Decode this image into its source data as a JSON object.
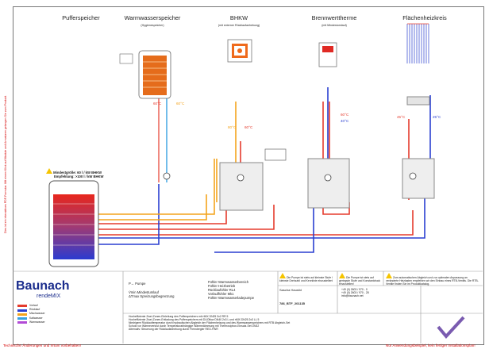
{
  "columns": [
    {
      "title": "Pufferspeicher",
      "subtitle": ""
    },
    {
      "title": "Warmwasserspeicher",
      "subtitle": "(Hygienespeicher)"
    },
    {
      "title": "BHKW",
      "subtitle": "(mit externer Rücklaufanhebung)"
    },
    {
      "title": "Brennwerttherme",
      "subtitle": "(mit Mindestumlauf)"
    },
    {
      "title": "Flächenheizkreis",
      "subtitle": ""
    }
  ],
  "temperatures": {
    "ww_t1": "60°C",
    "ww_t2": "60°C",
    "bhkw_t1": "80°C",
    "bhkw_t2": "60°C",
    "bw_t1": "60°C",
    "bw_t2": "40°C",
    "fh_t1": "45°C",
    "fh_t2": "25°C"
  },
  "buffer_note": {
    "line1": "Mindestgröße: 60 l / kW BHKW",
    "line2": "Empfehlung: >100 l / kW BHKW"
  },
  "symbols_list": [
    "P↔ Pumpe",
    "V̇min Mindestumlauf",
    "ΔTmax Spreizungsbegrenzung",
    "Fühler Warmwasserbereich",
    "Fühler Heizbetrieb",
    "Rücklaufühler RL4",
    "Vorlauffühler Mk1",
    "Fühler Warmwasserladepumpe"
  ],
  "component_lines": [
    "Hocheffiziente Zwei-Zonen-Einleitung des Pufferspeichers mit rMIX DN25 3x2 RR 5",
    "Hocheffiziente Zwei-Zonen-Entladung des Pufferspeichers mit DUOflow DN40 2x3 L und rMIX DN25 2x3 LL 5",
    "Niedrigere Rücklauftemperatur durch hydraulischen Abgleich der Flächenheizung und des Warmwasserspeichers mit RTB Abgleich-Set",
    "Schutz vor Wärmeverlust durch Temperaturabhängige Wärmedämmung mit Thermosiphon-Einsatz-Set DN32",
    "Alternativ: Steuerung der Rücklaufanhebung durch Fremdregler REG-FWR"
  ],
  "notices": {
    "n1": "Die Pumpe ist stets auf kleinste Stufe / kleinste Drehzahl und Kennlinie einzustellen!",
    "n2": "Die Pumpe ist stets auf geringste Stufe und Konstantdruck einzustellen!",
    "n3": "Zum automatischen Abgleich und zur optimalen Anpassung an veränderte Heizlasten empfehlen wir den Einbau eines RTB-Ventils. Die RTB-Ventile finden Sie im Produktkatalog."
  },
  "info": {
    "company": "Sascha Hausild",
    "phone": "+49 (0) 2603 / 970 - 0",
    "fax": "+49 (0) 2603 / 970 - 28",
    "email": "info@baunach.net",
    "project": "786_BTF_201135"
  },
  "logo": {
    "name": "Baunach",
    "sub": "rendeMIX"
  },
  "footer_left": "Technische Änderungen und Irrtum vorbehalten!",
  "footer_right": "Nur Anwendungsbeispiel, kein fertiger Installationsplan!",
  "sidebar_text": "Dies ist ein interaktives PDF-Formular. Mit einem Klick auf Module und Armaturen gelangen Sie zum Produkt.",
  "legend": {
    "items": [
      {
        "label": "Vorlauf",
        "color": "#e53b2d"
      },
      {
        "label": "Rücklauf",
        "color": "#2a3fd1"
      },
      {
        "label": "Mischwasser",
        "color": "#f3a31d"
      },
      {
        "label": "Kaltwasser",
        "color": "#36a1e0"
      },
      {
        "label": "Warmwasser",
        "color": "#b24bd6"
      }
    ]
  },
  "colors": {
    "supply": "#e53b2d",
    "return": "#2a3fd1",
    "mix": "#f3a31d",
    "cold": "#36a1e0",
    "warm": "#b24bd6",
    "note_red": "#d40000",
    "brand_blue": "#1a2c8c"
  }
}
